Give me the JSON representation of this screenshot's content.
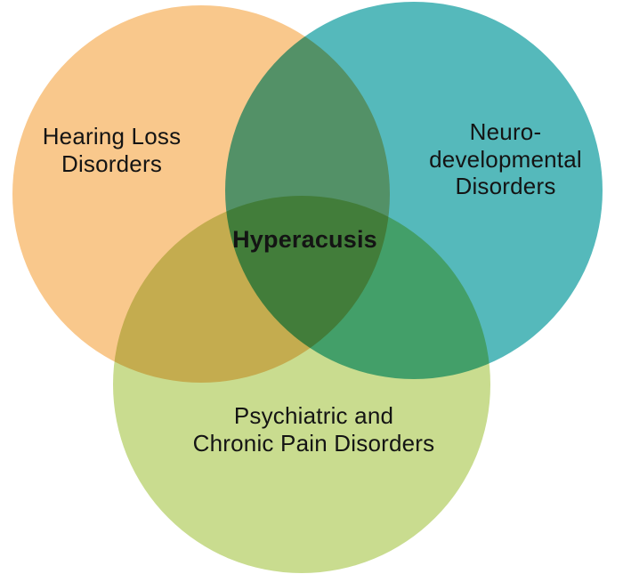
{
  "diagram": {
    "type": "venn-3",
    "background": "#ffffff",
    "text_color": "#141414",
    "center": {
      "label": "Hyperacusis"
    },
    "sets": [
      {
        "name": "hearing-loss-disorders",
        "lines": [
          "Hearing Loss",
          "Disorders"
        ],
        "color": "#f9c88c"
      },
      {
        "name": "neurodevelopmental-disorders",
        "lines": [
          "Neuro-",
          "developmental",
          "Disorders"
        ],
        "color": "#55b9bb"
      },
      {
        "name": "psychiatric-and-chronic-pain-disorders",
        "lines": [
          "Psychiatric and",
          "Chronic Pain Disorders"
        ],
        "color": "#c9dc8f"
      }
    ],
    "overlaps": {
      "note": "overlap colors produced by multiply blending of set colors",
      "center_region": "intersection of all three sets"
    }
  }
}
